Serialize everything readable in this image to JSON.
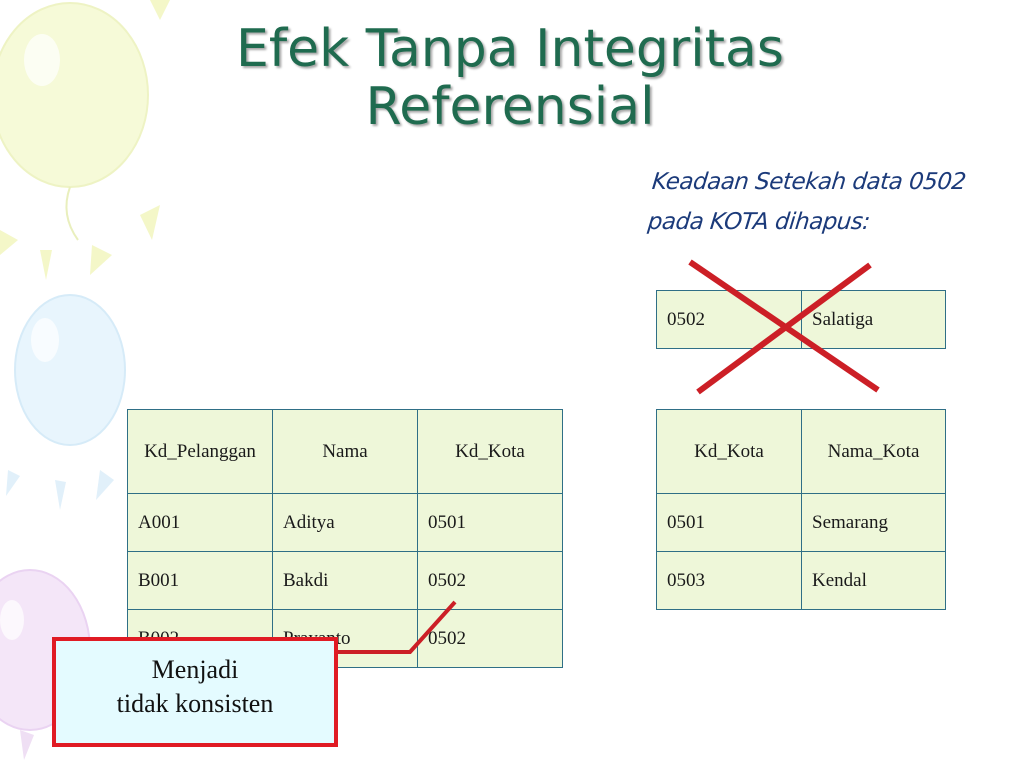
{
  "slide": {
    "title_line1": "Efek Tanpa Integritas",
    "title_line2": "Referensial",
    "caption_line1": "Keadaan Setekah data 0502",
    "caption_line2": "pada KOTA dihapus:"
  },
  "deleted_row": {
    "kd_kota": "0502",
    "nama_kota": "Salatiga",
    "status": "crossed-out"
  },
  "pelanggan_table": {
    "headers": [
      "Kd_Pelanggan",
      "Nama",
      "Kd_Kota"
    ],
    "rows": [
      [
        "A001",
        "Aditya",
        "0501"
      ],
      [
        "B001",
        "Bakdi",
        "0502"
      ],
      [
        "B002",
        "Prayanto",
        "0502"
      ]
    ]
  },
  "kota_table": {
    "headers": [
      "Kd_Kota",
      "Nama_Kota"
    ],
    "rows": [
      [
        "0501",
        "Semarang"
      ],
      [
        "0503",
        "Kendal"
      ]
    ]
  },
  "callout": {
    "line1": "Menjadi",
    "line2": "tidak konsisten"
  },
  "colors": {
    "title": "#1f6b4f",
    "caption": "#1b3a7a",
    "cell_fill": "#eef7d9",
    "cell_border": "#2f6f86",
    "cross": "#cc1f26",
    "callout_border": "#e01b24",
    "callout_fill": "#e4fbff"
  },
  "icons": {
    "cross": "red-x-cross-icon",
    "connector": "red-connector-line-icon",
    "decoration": "balloon-decoration-icon"
  }
}
